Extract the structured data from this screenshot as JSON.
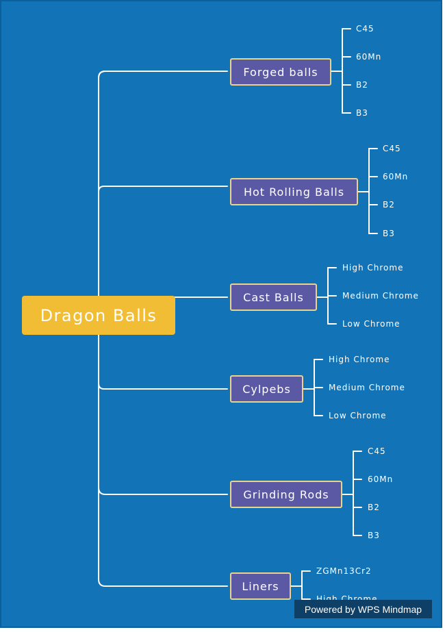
{
  "root": {
    "label": "Dragon Balls"
  },
  "categories": [
    {
      "label": "Forged balls",
      "items": [
        "C45",
        "60Mn",
        "B2",
        "B3"
      ]
    },
    {
      "label": "Hot Rolling Balls",
      "items": [
        "C45",
        "60Mn",
        "B2",
        "B3"
      ]
    },
    {
      "label": "Cast Balls",
      "items": [
        "High Chrome",
        "Medium Chrome",
        "Low Chrome"
      ]
    },
    {
      "label": "Cylpebs",
      "items": [
        "High Chrome",
        "Medium Chrome",
        "Low Chrome"
      ]
    },
    {
      "label": "Grinding Rods",
      "items": [
        "C45",
        "60Mn",
        "B2",
        "B3"
      ]
    },
    {
      "label": "Liners",
      "items": [
        "ZGMn13Cr2",
        "High Chrome"
      ]
    }
  ],
  "watermark": {
    "text": "Powered by WPS Mindmap"
  },
  "colors": {
    "background": "#1274b7",
    "root_fill": "#f0bd35",
    "node_fill": "#5b58a4",
    "node_border": "#e9d48c",
    "line": "#ffffff"
  }
}
